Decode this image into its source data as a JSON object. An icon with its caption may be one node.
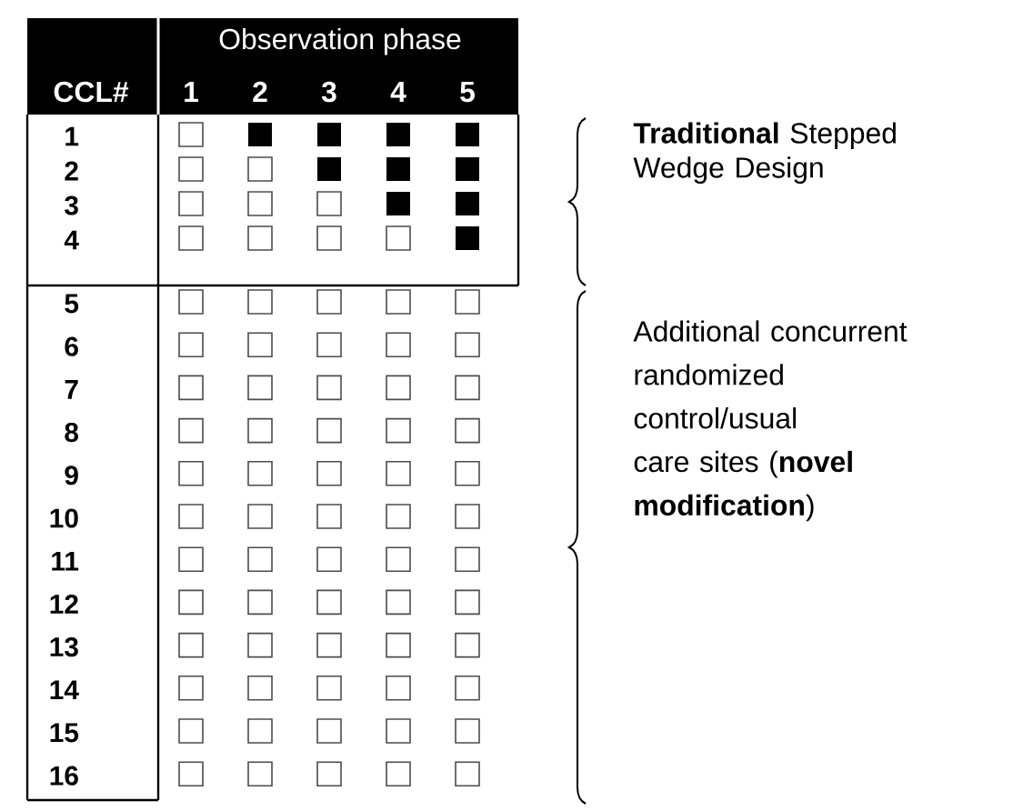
{
  "diagram": {
    "labels": [
      "Observation phase",
      "CCL#",
      "1",
      "2",
      "3",
      "4",
      "5",
      "1",
      "2",
      "3",
      "4",
      "5",
      "6",
      "7",
      "8",
      "9",
      "10",
      "11",
      "12",
      "13",
      "14",
      "15",
      "16",
      "**Traditional** Stepped Wedge Design",
      "Additional concurrent randomized control/usual care sites (**novel modification**)"
    ]
  }
}
